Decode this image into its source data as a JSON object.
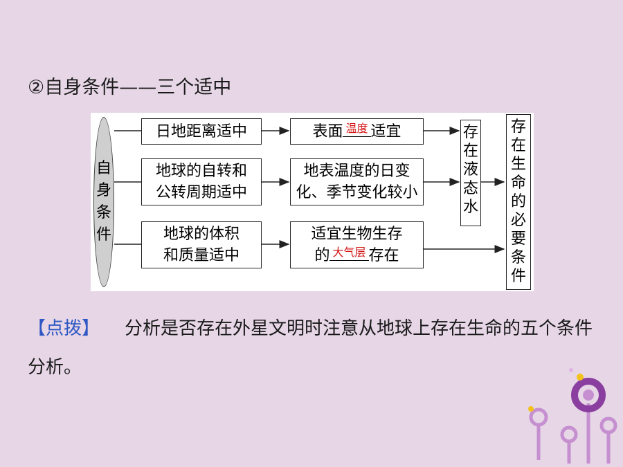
{
  "heading": "②自身条件——三个适中",
  "diagram": {
    "oval_chars": [
      "自",
      "身",
      "条",
      "件"
    ],
    "col1": [
      "日地距离适中",
      [
        "地球的自转和",
        "公转周期适中"
      ],
      [
        "地球的体积",
        "和质量适中"
      ]
    ],
    "col2": {
      "row1": {
        "prefix": "表面",
        "blank": "温度",
        "suffix": "适宜"
      },
      "row2": [
        "地表温度的日变",
        "化、季节变化较小"
      ],
      "row3": {
        "line1": "适宜生物生存",
        "prefix": "的",
        "blank": "大气层",
        "suffix": "存在"
      }
    },
    "col3_chars": [
      "存",
      "在",
      "液",
      "态",
      "水"
    ],
    "col4_chars": [
      "存",
      "在",
      "生",
      "命",
      "的",
      "必",
      "要",
      "条",
      "件"
    ]
  },
  "tip": {
    "label": "【点拨】",
    "text": "分析是否存在外星文明时注意从地球上存在生命的五个条件分析。"
  },
  "colors": {
    "background": "#e6d6e6",
    "accent": "#2f58c4",
    "blank_text": "#d41414",
    "deco": "#8a3fa0"
  }
}
